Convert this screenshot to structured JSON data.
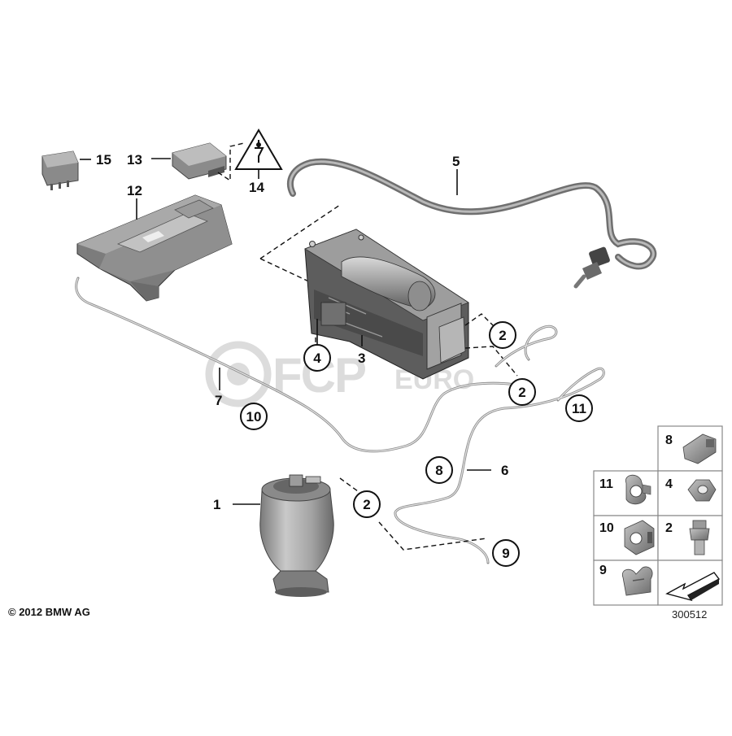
{
  "labels": {
    "l1": "1",
    "l2a": "2",
    "l2b": "2",
    "l2c": "2",
    "l3": "3",
    "l4": "4",
    "l5": "5",
    "l6": "6",
    "l7": "7",
    "l8": "8",
    "l9": "9",
    "l10": "10",
    "l11": "11",
    "l12": "12",
    "l13": "13",
    "l14": "14",
    "l15": "15"
  },
  "legend": {
    "c8": "8",
    "c11": "11",
    "c4": "4",
    "c10": "10",
    "c2": "2",
    "c9": "9"
  },
  "copyright": "© 2012 BMW AG",
  "diagram_number": "300512",
  "watermark": {
    "main": "FCP",
    "sub": "EURO"
  },
  "colors": {
    "line": "#111111",
    "part_dark": "#6f6f6f",
    "part_light": "#b9b9b9",
    "watermark": "#dcdcdc"
  }
}
